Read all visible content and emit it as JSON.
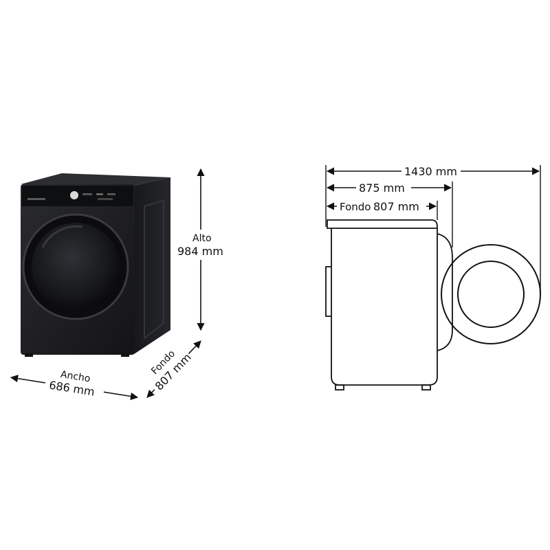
{
  "product": {
    "body_color": "#1c1d20",
    "line_color": "#111111"
  },
  "front_view": {
    "height": {
      "label": "Alto",
      "value": "984 mm"
    },
    "width": {
      "label": "Ancho",
      "value": "686 mm"
    },
    "depth": {
      "label": "Fondo",
      "value": "807 mm"
    }
  },
  "side_view": {
    "total_depth_door_open": {
      "value": "1430 mm"
    },
    "depth_with_door": {
      "value": "875 mm"
    },
    "depth": {
      "label": "Fondo",
      "value": "807 mm"
    }
  }
}
